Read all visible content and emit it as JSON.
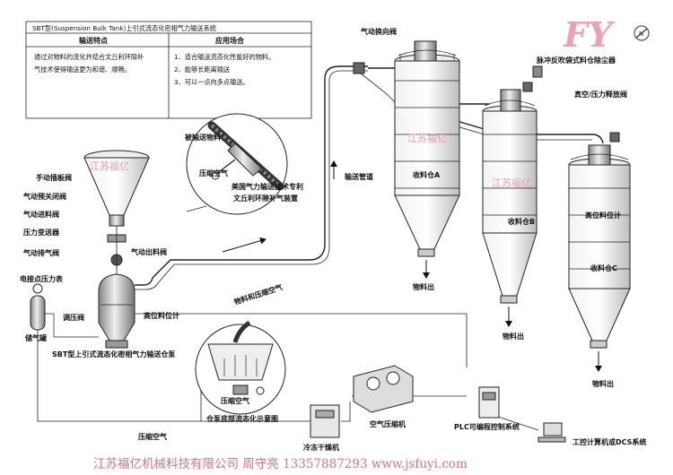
{
  "table": {
    "title": "SBT型(Suspension Bulk Tank)上引式流态化密相气力输送系统",
    "col1_header": "输送特点",
    "col2_header": "应用场合",
    "col1_text": [
      "通过对物料的流化并结合文丘利环隙补",
      "气技术使得输送更为和谐、顺畅。"
    ],
    "col2_items": [
      "1、适合输送流态化性能好的物料。",
      "2、能够长距离输送",
      "3、可以一点向多点输送。"
    ]
  },
  "labels": {
    "manual_valve": "手动插板阀",
    "pre_valve": "气动预关闭阀",
    "feed_valve": "气动进料阀",
    "pressure_tx": "压力变送器",
    "vent_valve": "气动排气阀",
    "contact_meter": "电接点压力表",
    "gas_tank": "储气罐",
    "reg_valve": "调压阀",
    "out_valve": "气动出料阀",
    "high_level_small": "高位料位计",
    "tank_caption": "SBT型上引式流态化密相气力输送仓泵",
    "material": "被输送物料",
    "comp_air_detail": "压缩空气",
    "patent_line1": "美国气力输送技术专利",
    "patent_line2": "文丘利环隙补气装置",
    "flow_label": "物料和压缩空气",
    "pipe_label": "输送管道",
    "diverter": "气动换向阀",
    "dust_collector": "脉冲反吹袋式料仓除尘器",
    "vac_valve": "真空/压力释放阀",
    "silo_a": "收料仓A",
    "silo_b": "收料仓B",
    "silo_c": "收料仓C",
    "high_level": "高位料位计",
    "out_a": "物料出",
    "out_b": "物料出",
    "out_c": "物料出",
    "fluid_air": "压缩空气",
    "fluid_caption": "仓泵底部流态化示意图",
    "comp_air_bottom": "压缩空气",
    "dryer": "冷冻干燥机",
    "compressor": "空气压缩机",
    "plc": "PLC可编程控制系统",
    "computer": "工控计算机或DCS系统"
  },
  "watermarks": [
    "江苏福亿",
    "江苏福亿",
    "江苏福亿"
  ],
  "logo": "FY",
  "footer": "江苏福亿机械科技有限公司  周守亮  13357887293  www.jsfuyi.com"
}
